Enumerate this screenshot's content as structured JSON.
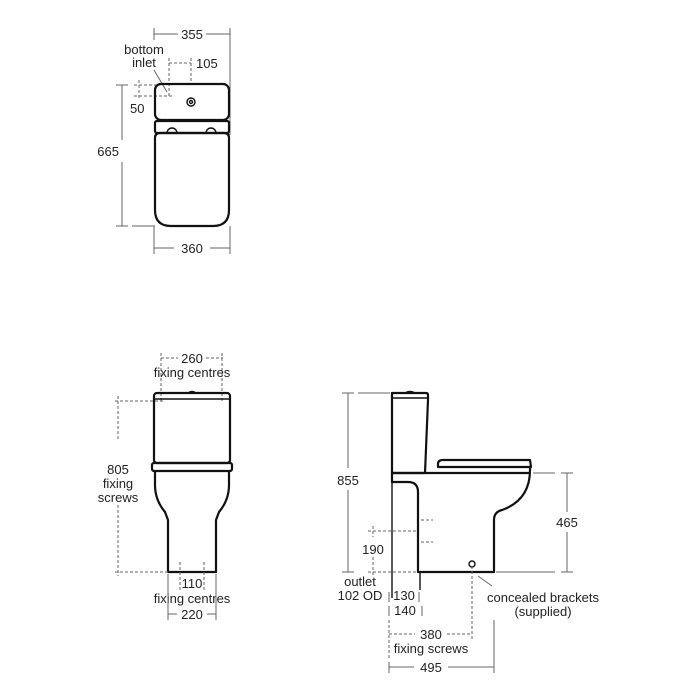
{
  "diagram": {
    "type": "technical-dimension-drawing",
    "subject": "close-coupled toilet",
    "units": "mm",
    "views": {
      "plan": {
        "labels": {
          "width_top": "355",
          "inlet_label_line1": "bottom",
          "inlet_label_line2": "inlet",
          "inlet_offset_x": "105",
          "inlet_offset_y": "50",
          "depth": "665",
          "width_bottom": "360"
        }
      },
      "front": {
        "labels": {
          "top_fixing": "260",
          "top_fixing_caption": "fixing centres",
          "height_value": "805",
          "height_caption1": "fixing",
          "height_caption2": "screws",
          "base_fixing": "110",
          "base_fixing_caption": "fixing centres",
          "base_width": "220"
        }
      },
      "side": {
        "labels": {
          "total_height": "855",
          "seat_height": "465",
          "outlet_height": "190",
          "outlet_caption1": "outlet",
          "outlet_caption2": "102 OD",
          "outlet_130": "130",
          "outlet_140": "140",
          "brackets_caption1": "concealed brackets",
          "brackets_caption2": "(supplied)",
          "fixing_screws_value": "380",
          "fixing_screws_caption": "fixing screws",
          "total_depth": "495"
        }
      }
    }
  }
}
